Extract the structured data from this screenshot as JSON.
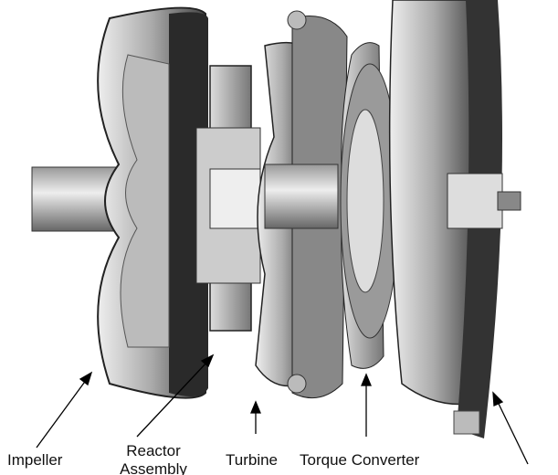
{
  "labels": {
    "impeller": "Impeller",
    "reactor_line1": "Reactor",
    "reactor_line2": "Assembly",
    "turbine": "Turbine",
    "torque_converter": "Torque Converter"
  }
}
